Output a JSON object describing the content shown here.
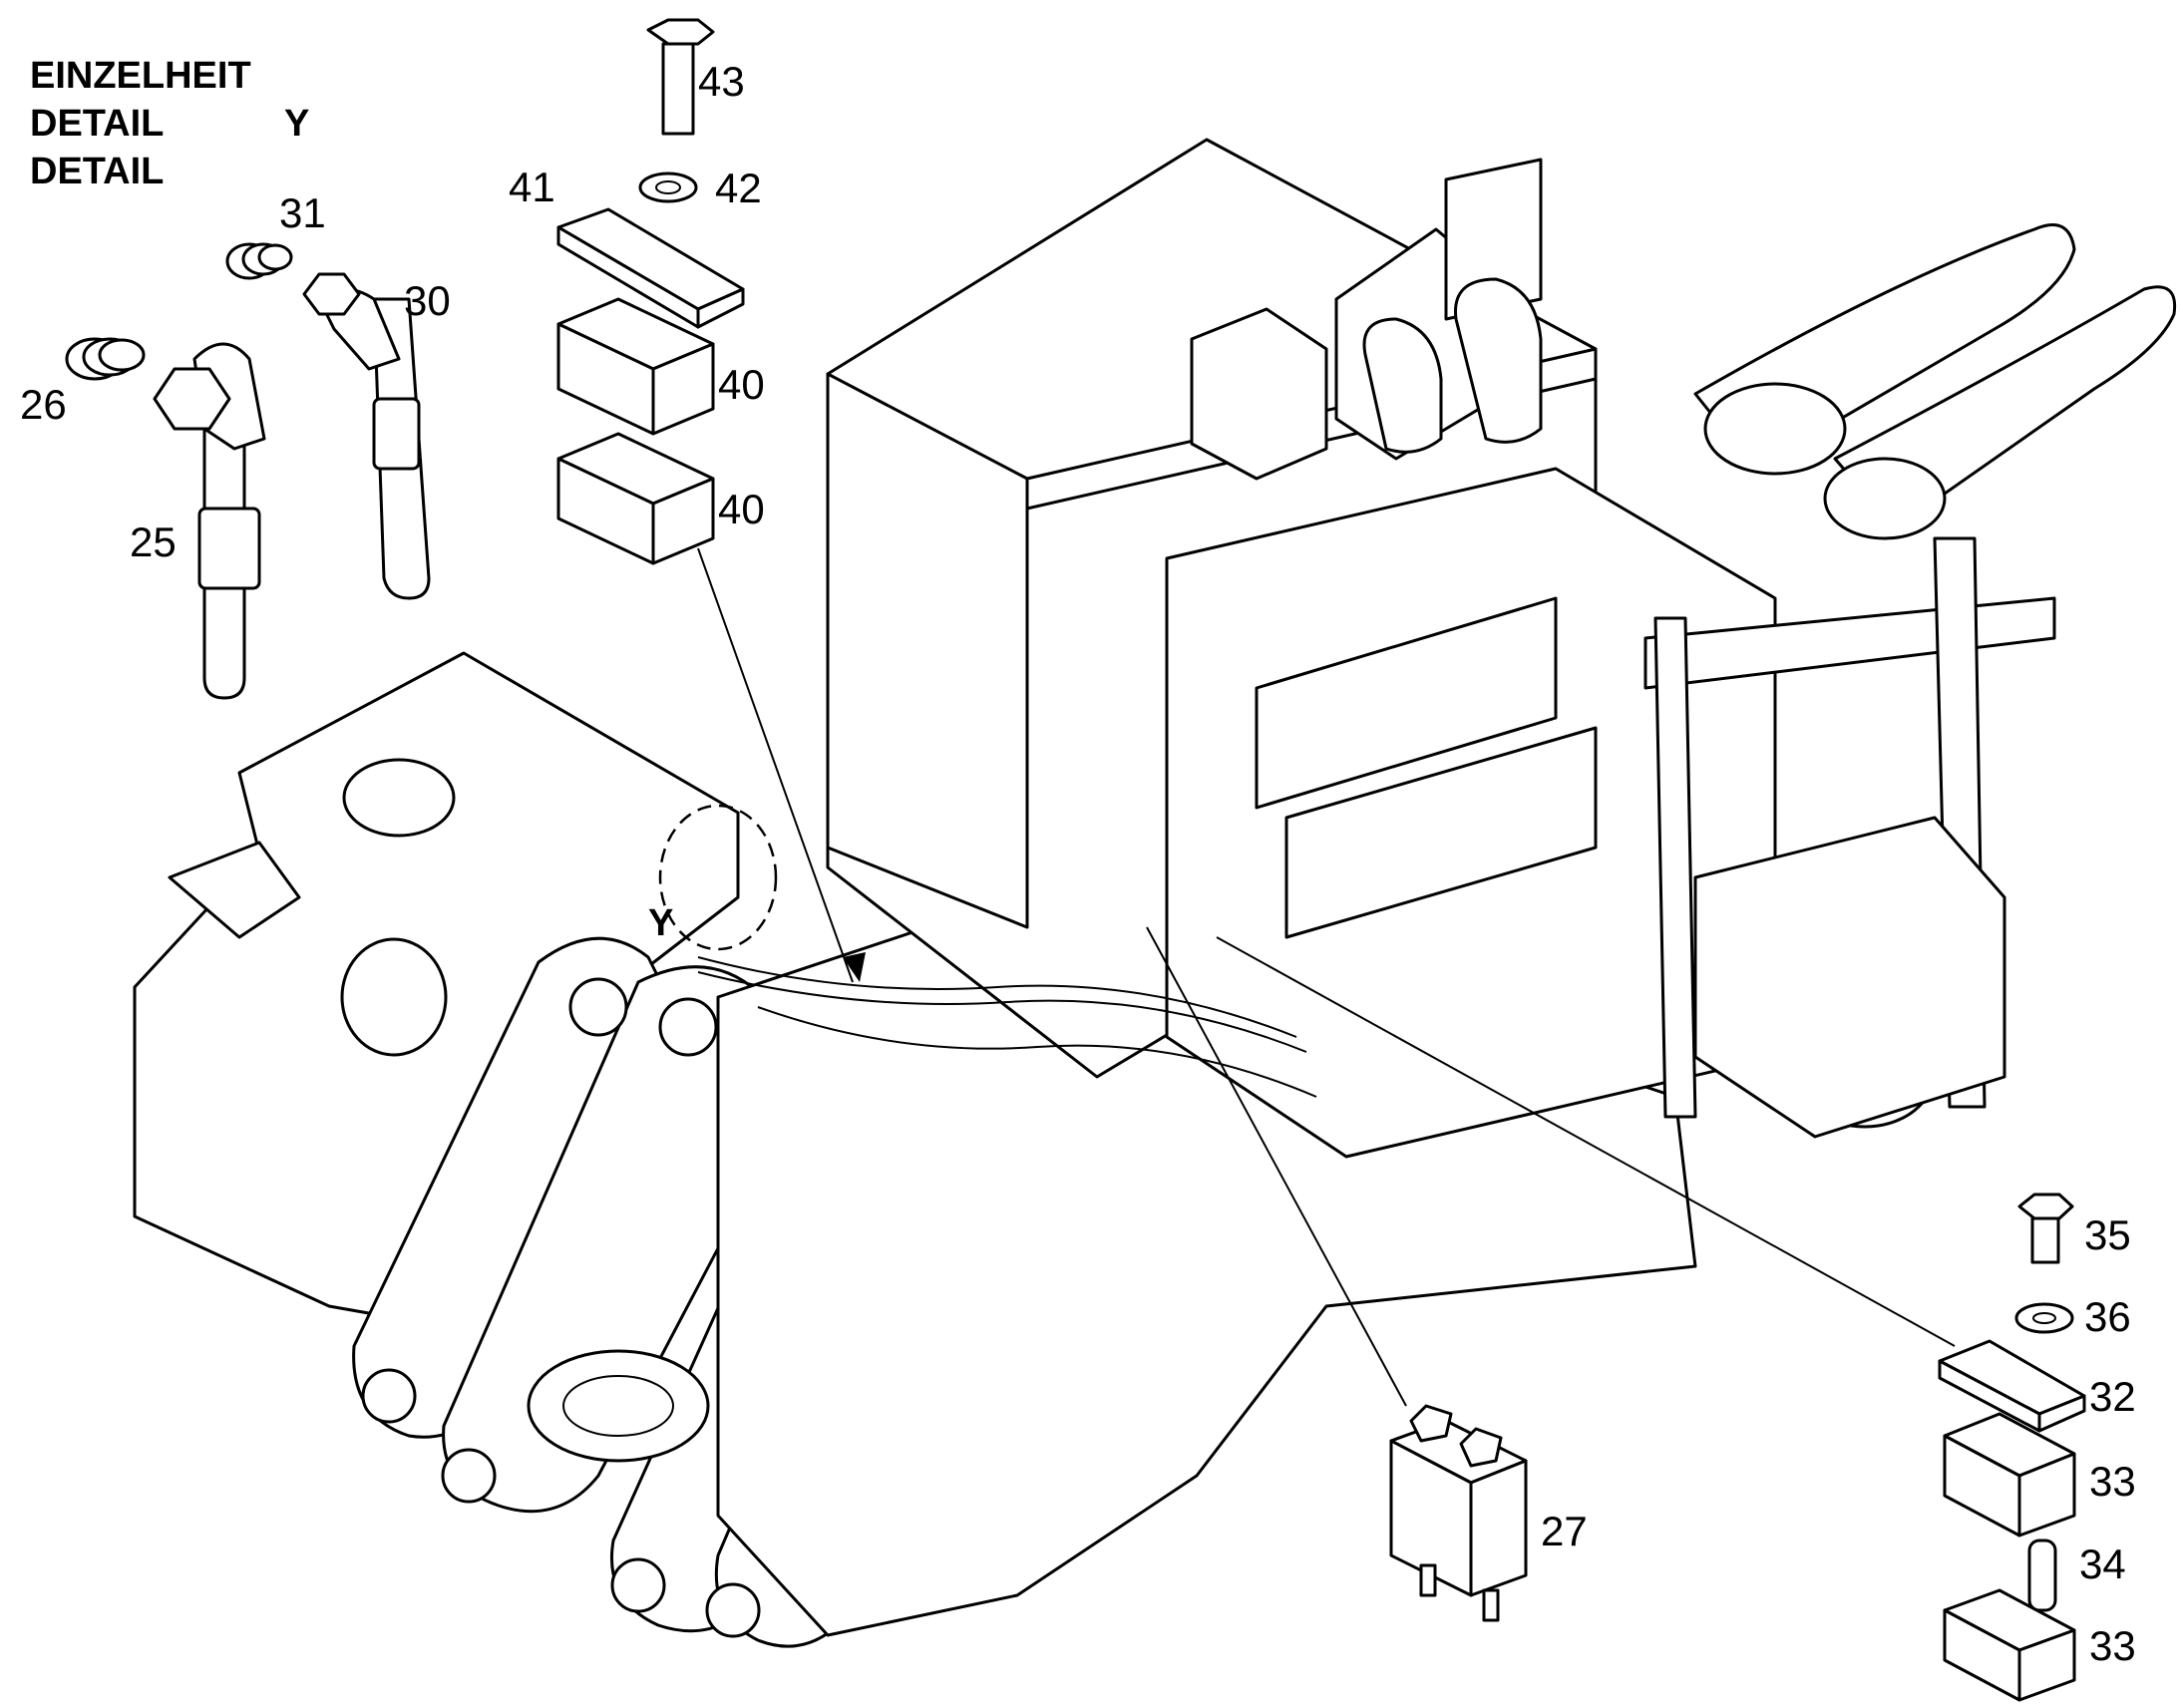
{
  "detail": {
    "line1": "EINZELHEIT",
    "line2": "DETAIL",
    "line3": "DETAIL",
    "marker": "Y"
  },
  "view_marker": "Y",
  "callouts": {
    "n25": "25",
    "n26": "26",
    "n27": "27",
    "n30": "30",
    "n31": "31",
    "n32": "32",
    "n33a": "33",
    "n33b": "33",
    "n34": "34",
    "n35": "35",
    "n36": "36",
    "n40a": "40",
    "n40b": "40",
    "n41": "41",
    "n42": "42",
    "n43": "43"
  }
}
